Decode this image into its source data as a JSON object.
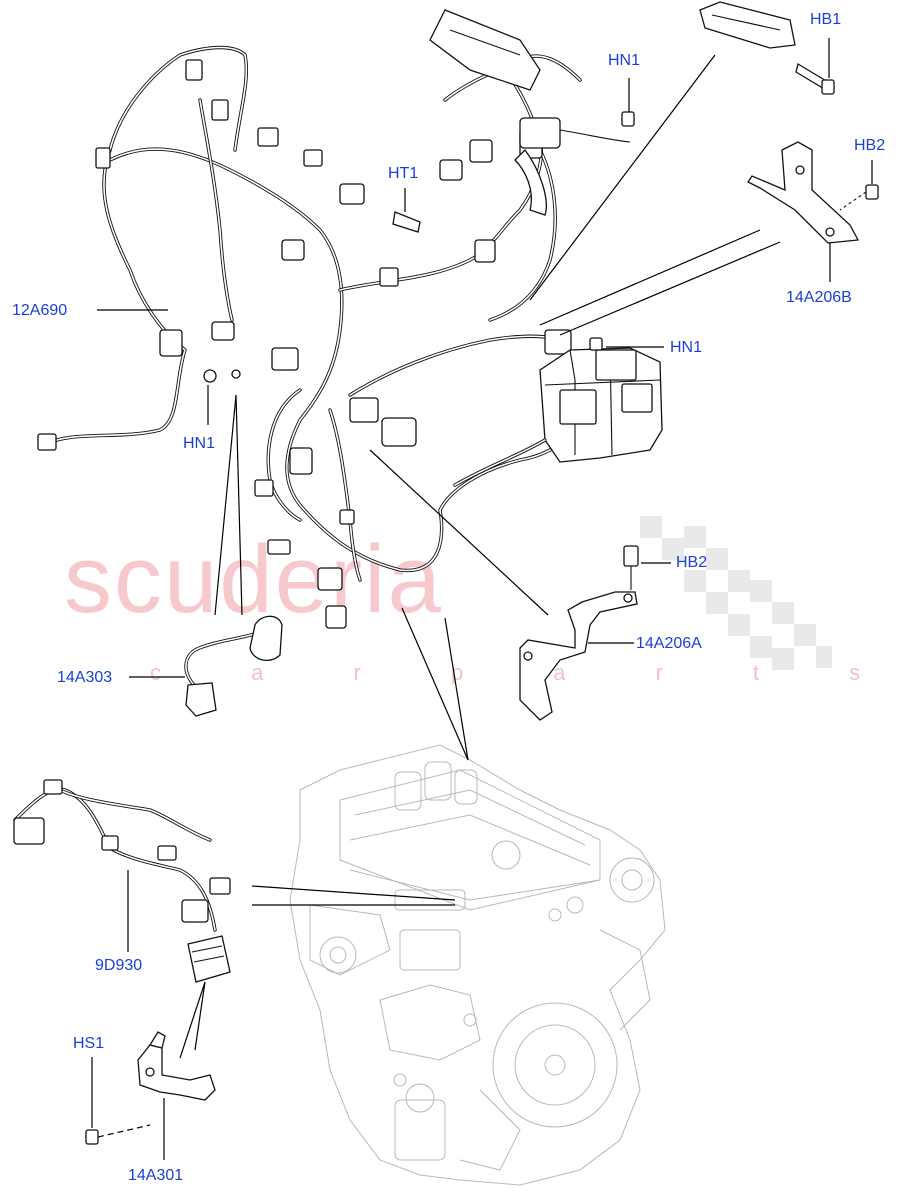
{
  "watermark": {
    "brand": "scuderia",
    "subline": "c a r   p a r t s"
  },
  "callouts": [
    {
      "id": "12A690",
      "label": "12A690"
    },
    {
      "id": "HN1-a",
      "label": "HN1"
    },
    {
      "id": "HT1",
      "label": "HT1"
    },
    {
      "id": "HN1-b",
      "label": "HN1"
    },
    {
      "id": "HN1-c",
      "label": "HN1"
    },
    {
      "id": "HB1",
      "label": "HB1"
    },
    {
      "id": "HB2-a",
      "label": "HB2"
    },
    {
      "id": "14A206B",
      "label": "14A206B"
    },
    {
      "id": "HB2-b",
      "label": "HB2"
    },
    {
      "id": "14A206A",
      "label": "14A206A"
    },
    {
      "id": "14A303",
      "label": "14A303"
    },
    {
      "id": "9D930",
      "label": "9D930"
    },
    {
      "id": "HS1",
      "label": "HS1"
    },
    {
      "id": "14A301",
      "label": "14A301"
    }
  ],
  "colors": {
    "callout_text": "#1a3fd6",
    "line_art": "#111111",
    "engine_ghost": "#b8b8b8",
    "watermark": "#f7c9cc"
  }
}
